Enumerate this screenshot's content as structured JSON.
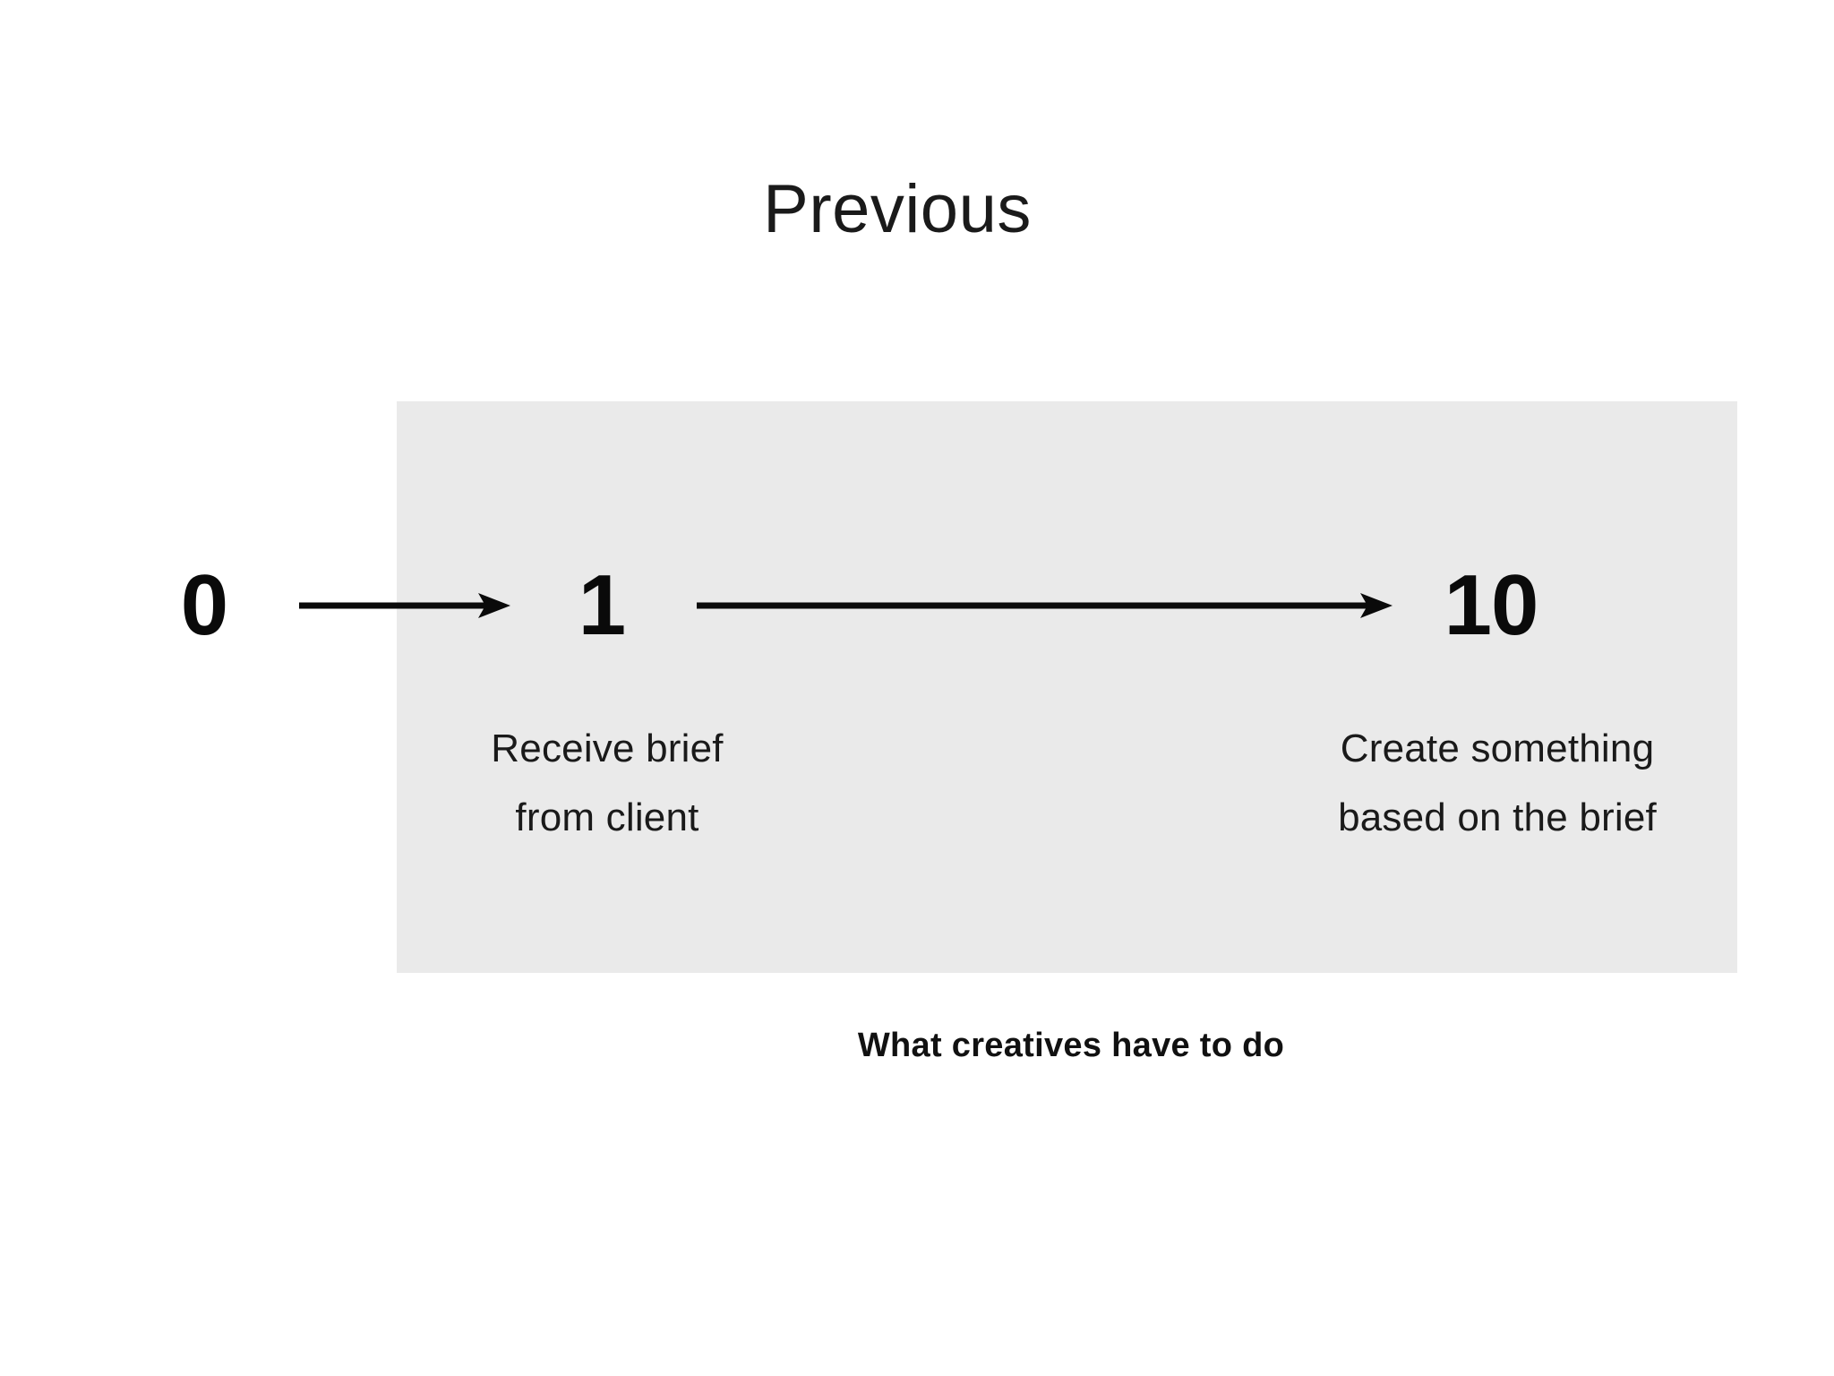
{
  "slide": {
    "title": "Previous",
    "footer_caption": "What creatives have to do",
    "background_color": "#ffffff",
    "panel_color": "#eaeaea",
    "text_color": "#1a1a1a"
  },
  "flow": {
    "steps": [
      {
        "number": "0",
        "label_line1": "",
        "label_line2": "",
        "inside_panel": false
      },
      {
        "number": "1",
        "label_line1": "Receive brief",
        "label_line2": "from client",
        "inside_panel": true
      },
      {
        "number": "10",
        "label_line1": "Create something",
        "label_line2": "based on the brief",
        "inside_panel": true
      }
    ],
    "connectors": [
      {
        "from": "0",
        "to": "1",
        "icon": "arrow-right-icon"
      },
      {
        "from": "1",
        "to": "10",
        "icon": "arrow-right-icon"
      }
    ]
  }
}
